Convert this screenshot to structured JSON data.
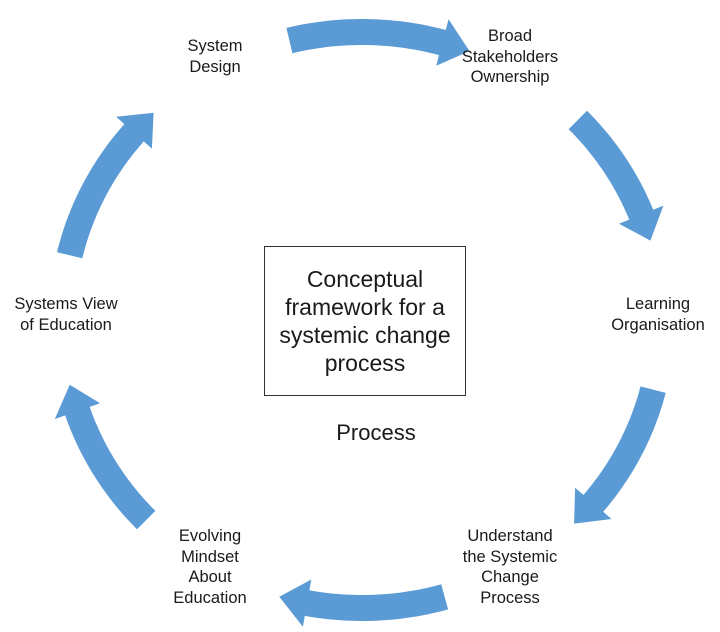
{
  "diagram": {
    "center_title_lines": [
      "Conceptual",
      "framework for a",
      "systemic change",
      "process"
    ],
    "sub_label": "Process",
    "stages": [
      {
        "id": "system-design",
        "lines": [
          "System",
          "Design"
        ]
      },
      {
        "id": "broad-stakeholders-ownership",
        "lines": [
          "Broad",
          "Stakeholders",
          "Ownership"
        ]
      },
      {
        "id": "learning-organisation",
        "lines": [
          "Learning",
          "Organisation"
        ]
      },
      {
        "id": "understand-the-systemic-change-process",
        "lines": [
          "Understand",
          "the Systemic",
          "Change",
          "Process"
        ]
      },
      {
        "id": "evolving-mindset-about-education",
        "lines": [
          "Evolving",
          "Mindset",
          "About",
          "Education"
        ]
      },
      {
        "id": "systems-view-of-education",
        "lines": [
          "Systems View",
          "of Education"
        ]
      }
    ],
    "arrow_color": "#5b9bd5",
    "text_color": "#1a1a1a",
    "box_border_color": "#333333"
  }
}
